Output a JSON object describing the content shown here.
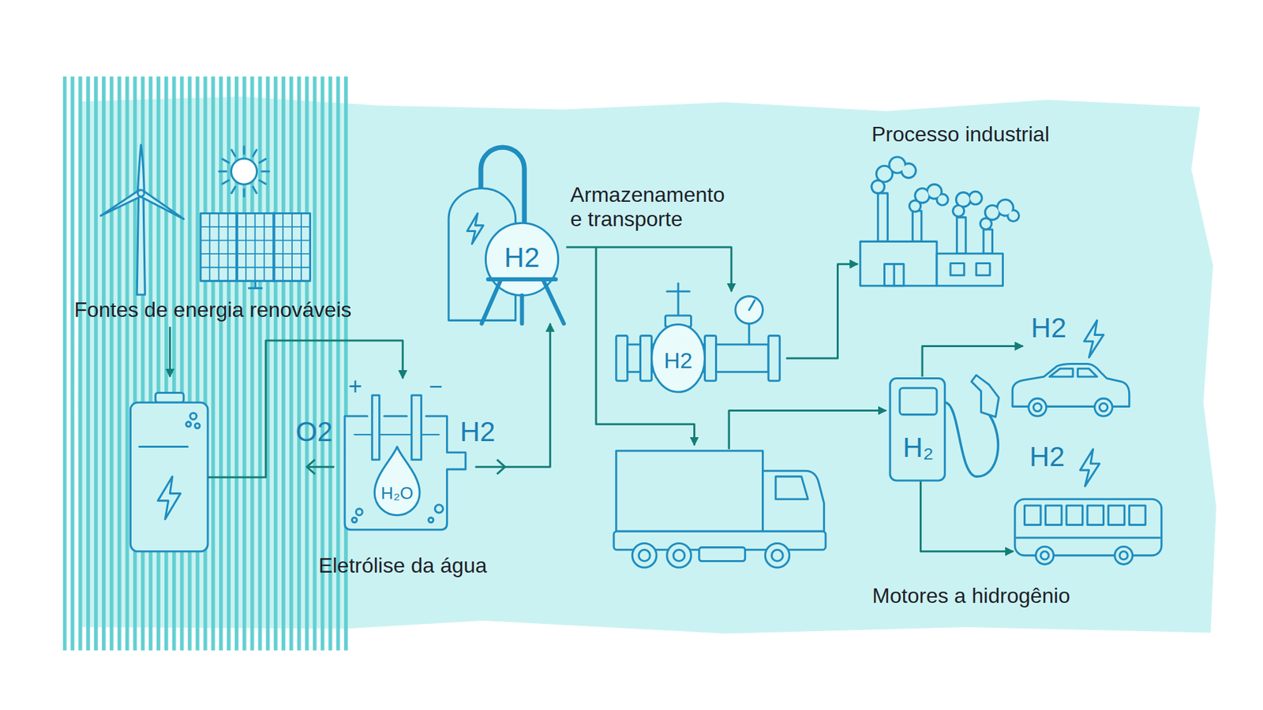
{
  "diagram": {
    "nodes": [
      {
        "text": [
          "Fontes de energia renováveis"
        ]
      },
      {
        "text": [
          "H₂O",
          "Eletrólise da água"
        ]
      },
      {
        "text": [
          "H2",
          "Armazenamento e transporte"
        ]
      },
      {
        "text": [
          "H2"
        ]
      },
      {
        "text": [
          "Processo industrial"
        ]
      },
      {
        "text": [
          "H₂"
        ]
      },
      {
        "text": [
          "H2"
        ]
      },
      {
        "text": [
          "H2"
        ]
      }
    ],
    "edges": [
      {
        "from": 0,
        "to": 1,
        "arrow": "to"
      },
      {
        "from": 1,
        "to": 2,
        "arrow": "to"
      },
      {
        "from": 2,
        "to": 3,
        "arrow": "to"
      },
      {
        "from": 3,
        "to": 4,
        "arrow": "to"
      },
      {
        "from": 5,
        "to": 6,
        "arrow": "to"
      },
      {
        "from": 5,
        "to": 7,
        "arrow": "to"
      }
    ],
    "labels": [
      "O2",
      "H2",
      "+",
      "−",
      "Motores a hidrogênio"
    ]
  }
}
